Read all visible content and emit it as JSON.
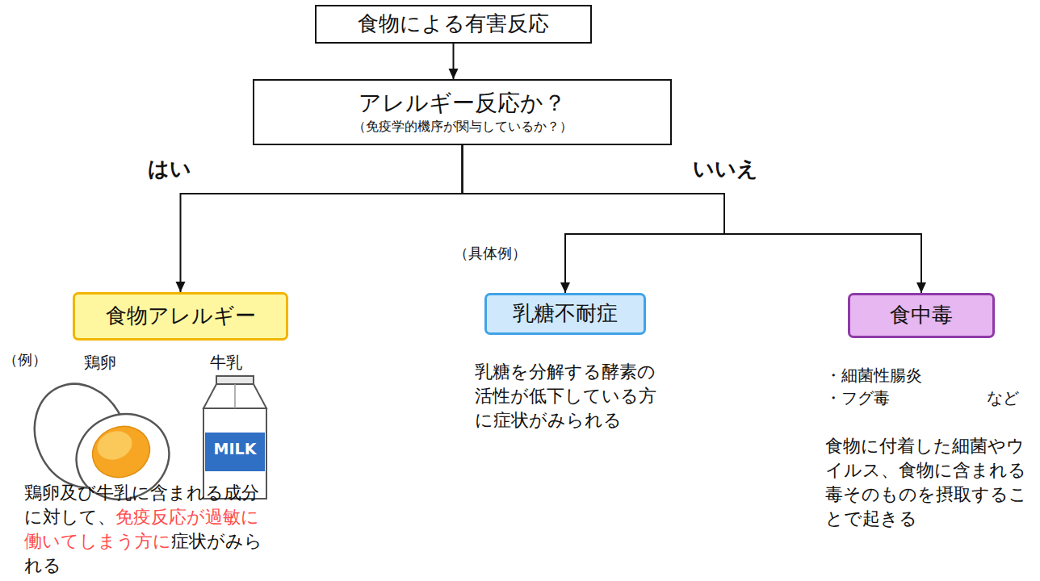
{
  "diagram": {
    "nodes": [
      {
        "text": [
          "食物による有害反応"
        ]
      },
      {
        "text": [
          "アレルギー反応か？",
          "（免疫学的機序が関与しているか？）"
        ]
      },
      {
        "text": [
          "食物アレルギー"
        ]
      },
      {
        "text": [
          "乳糖不耐症"
        ]
      },
      {
        "text": [
          "食中毒"
        ]
      }
    ],
    "edges": [
      {
        "from": 0,
        "to": 1,
        "arrow": "to"
      },
      {
        "from": 1,
        "to": 2,
        "arrow": "to"
      },
      {
        "from": 1,
        "to": 3,
        "arrow": "to"
      },
      {
        "from": 1,
        "to": 4,
        "arrow": "to"
      }
    ],
    "labels": [
      "はい",
      "いいえ",
      "（具体例）",
      "（例）",
      "鶏卵",
      "牛乳",
      "MILK",
      "鶏卵及び牛乳に含まれる成分に対して、",
      "免疫反応が過敏に働いてしまう方に",
      "症状がみられる",
      "乳糖を分解する酵素の活性が低下している方に症状がみられる",
      "・細菌性腸炎",
      "・フグ毒",
      "など",
      "食物に付着した細菌やウイルス、食物に含まれる毒そのものを摂取することで起きる"
    ]
  }
}
